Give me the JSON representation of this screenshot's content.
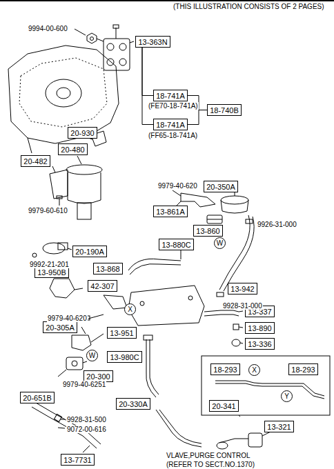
{
  "diagram": {
    "nodes": [
      {
        "text": [
          "13-363N"
        ]
      },
      {
        "text": [
          "18-741A"
        ]
      },
      {
        "text": [
          "18-741A"
        ]
      },
      {
        "text": [
          "18-740B"
        ]
      },
      {
        "text": [
          "20-930"
        ]
      },
      {
        "text": [
          "20-480"
        ]
      },
      {
        "text": [
          "20-482"
        ]
      },
      {
        "text": [
          "20-350A"
        ]
      },
      {
        "text": [
          "13-861A"
        ]
      },
      {
        "text": [
          "13-860"
        ]
      },
      {
        "text": [
          "13-880C"
        ]
      },
      {
        "text": [
          "W"
        ]
      },
      {
        "text": [
          "20-190A"
        ]
      },
      {
        "text": [
          "13-868"
        ]
      },
      {
        "text": [
          "13-950B"
        ]
      },
      {
        "text": [
          "42-307"
        ]
      },
      {
        "text": [
          "13-942"
        ]
      },
      {
        "text": [
          "X"
        ]
      },
      {
        "text": [
          "13-337"
        ]
      },
      {
        "text": [
          "20-305A"
        ]
      },
      {
        "text": [
          "13-951"
        ]
      },
      {
        "text": [
          "13-890"
        ]
      },
      {
        "text": [
          "13-336"
        ]
      },
      {
        "text": [
          "W"
        ]
      },
      {
        "text": [
          "13-980C"
        ]
      },
      {
        "text": [
          "20-300"
        ]
      },
      {
        "text": [
          "18-293"
        ]
      },
      {
        "text": [
          "X"
        ]
      },
      {
        "text": [
          "18-293"
        ]
      },
      {
        "text": [
          "20-651B"
        ]
      },
      {
        "text": [
          "Y"
        ]
      },
      {
        "text": [
          "20-330A"
        ]
      },
      {
        "text": [
          "20-341"
        ]
      },
      {
        "text": [
          "13-321"
        ]
      },
      {
        "text": [
          "13-7731"
        ]
      }
    ],
    "edges": [
      {
        "from": 0,
        "to": 1,
        "arrow": "none"
      },
      {
        "from": 0,
        "to": 2,
        "arrow": "none"
      },
      {
        "from": 1,
        "to": 3,
        "arrow": "none"
      },
      {
        "from": 2,
        "to": 3,
        "arrow": "none"
      }
    ],
    "labels": [
      "(THIS ILLUSTRATION CONSISTS OF 2 PAGES)",
      "9994-00-600",
      "(FE70-18-741A)",
      "(FF65-18-741A)",
      "9979-60-610",
      "9979-40-620",
      "9926-31-000",
      "9992-21-201",
      "9928-31-000",
      "9979-40-620",
      "9979-40-6251",
      "9928-31-500",
      "9072-00-616",
      "VLAVE,PURGE CONTROL",
      "(REFER TO SECT.NO.1370)"
    ]
  }
}
